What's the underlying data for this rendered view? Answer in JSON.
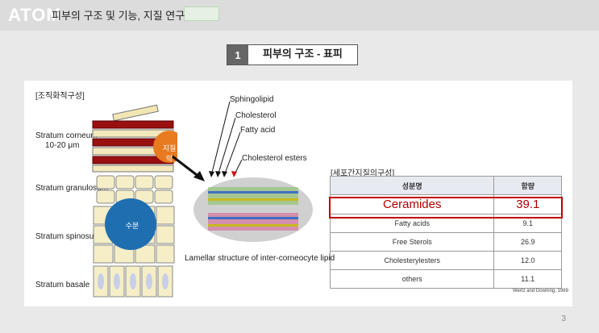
{
  "header": {
    "logo_text": "ATOM",
    "subtitle": "피부의 구조 및 기능, 지질 연구"
  },
  "slide_title": {
    "number": "1",
    "text": "피부의 구조 - 표피"
  },
  "left_section": {
    "title": "[조직화적구성]",
    "layers": [
      {
        "name": "Stratum corneum",
        "sub": "10-20 μm"
      },
      {
        "name": "Stratum granulosum"
      },
      {
        "name": "Stratum spinosum"
      },
      {
        "name": "Stratum basale"
      }
    ],
    "lipid_label": "지질막",
    "water_label": "수분",
    "colors": {
      "lipid": "#e87a1f",
      "water": "#1f6fb0",
      "corneum": "#9a1010"
    }
  },
  "middle_section": {
    "labels": [
      "Sphingolipid",
      "Cholesterol",
      "Fatty acid",
      "Cholesterol esters"
    ],
    "caption": "Lamellar structure of inter-corneocyte lipid"
  },
  "table_section": {
    "title": "[세포간지질의구성]",
    "headers": [
      "성분명",
      "함량"
    ],
    "highlight": {
      "name": "Ceramides",
      "value": "39.1"
    },
    "rows": [
      {
        "name": "Fatty acids",
        "value": "9.1"
      },
      {
        "name": "Free Sterols",
        "value": "26.9"
      },
      {
        "name": "Cholesterylesters",
        "value": "12.0"
      },
      {
        "name": "others",
        "value": "11.1"
      }
    ],
    "source": "Wertz and Downing, 1989"
  },
  "page_number": "3"
}
